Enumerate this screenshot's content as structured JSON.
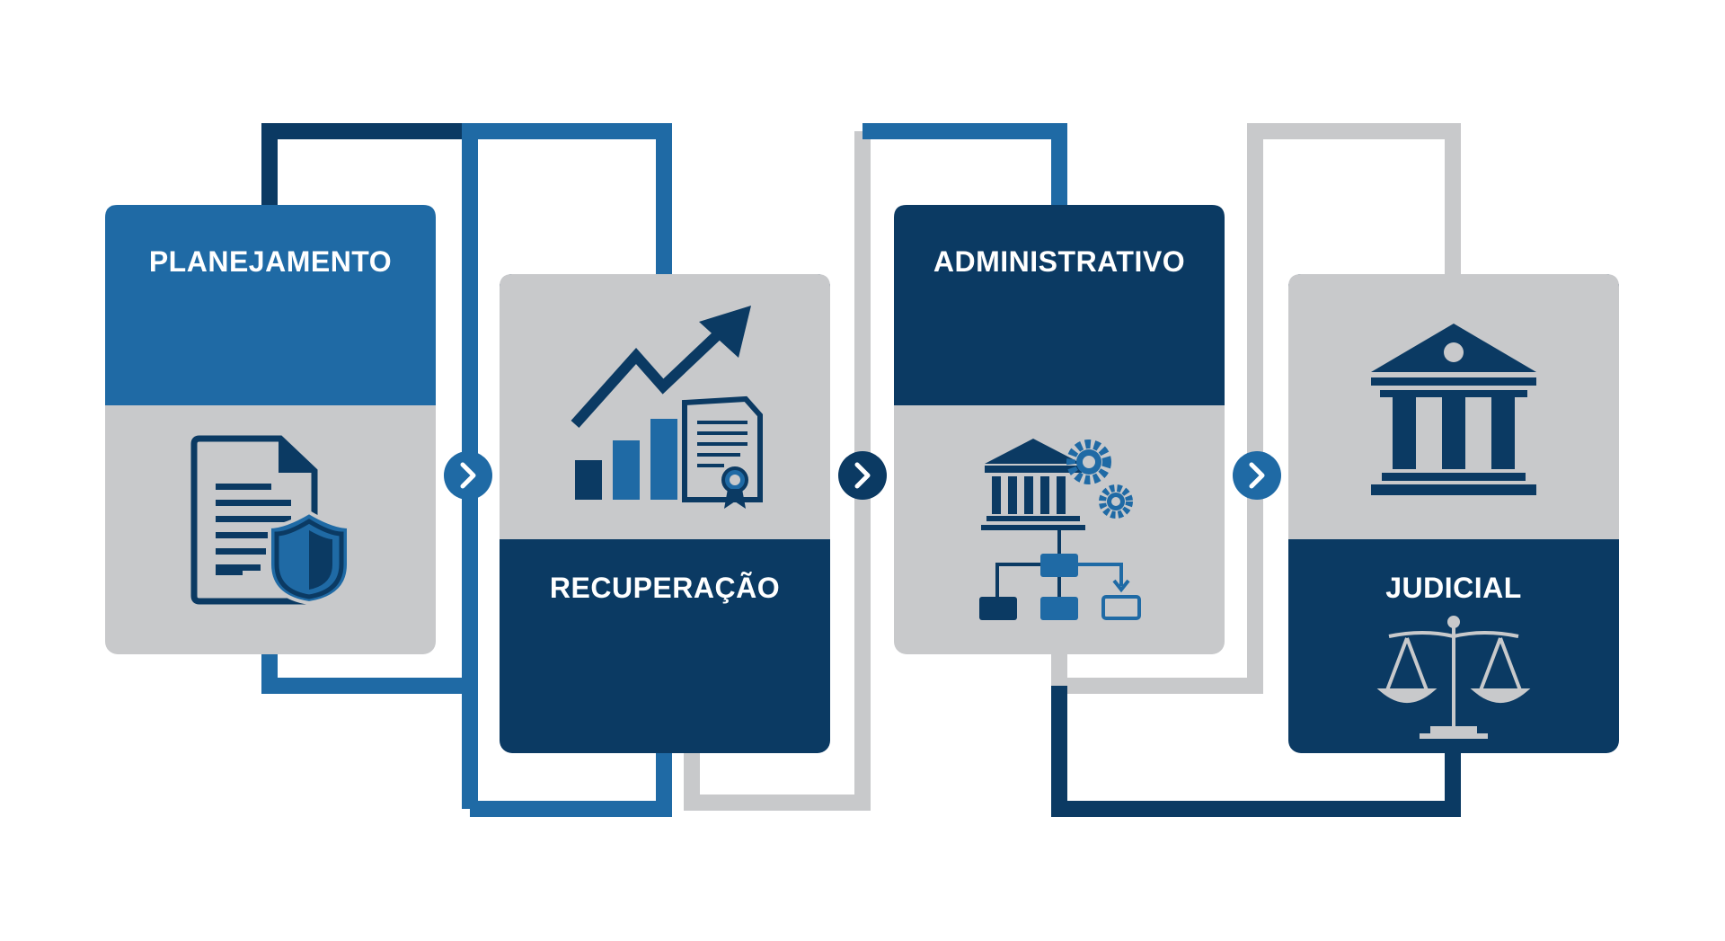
{
  "stages": [
    {
      "label": "PLANEJAMENTO",
      "icon": "document-shield-icon"
    },
    {
      "label": "RECUPERAÇÃO",
      "icon": "growth-chart-certificate-icon"
    },
    {
      "label": "ADMINISTRATIVO",
      "icon": "institution-gears-flowchart-icon"
    },
    {
      "label": "JUDICIAL",
      "icon": "courthouse-icon",
      "secondary_icon": "scales-of-justice-icon"
    }
  ],
  "connectors": [
    {
      "icon": "chevron-right-icon",
      "color": "#1f6aa5"
    },
    {
      "icon": "chevron-right-icon",
      "color": "#0b3a63"
    },
    {
      "icon": "chevron-right-icon",
      "color": "#1f6aa5"
    }
  ],
  "colors": {
    "dark_blue": "#0b3a63",
    "mid_blue": "#1f6aa5",
    "gray": "#c8c9cb",
    "white": "#ffffff"
  }
}
